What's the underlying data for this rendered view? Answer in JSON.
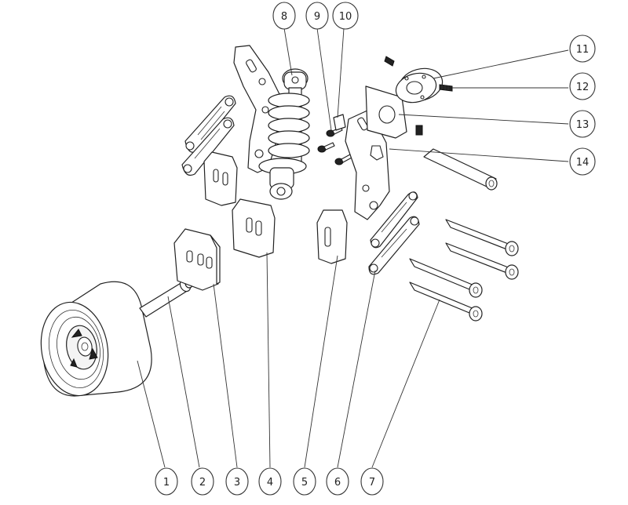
{
  "balloons": [
    {
      "id": "1",
      "label": "1"
    },
    {
      "id": "2",
      "label": "2"
    },
    {
      "id": "3",
      "label": "3"
    },
    {
      "id": "4",
      "label": "4"
    },
    {
      "id": "5",
      "label": "5"
    },
    {
      "id": "6",
      "label": "6"
    },
    {
      "id": "7",
      "label": "7"
    },
    {
      "id": "8",
      "label": "8"
    },
    {
      "id": "9",
      "label": "9"
    },
    {
      "id": "10",
      "label": "10"
    },
    {
      "id": "11",
      "label": "11"
    },
    {
      "id": "12",
      "label": "12"
    },
    {
      "id": "13",
      "label": "13"
    },
    {
      "id": "14",
      "label": "14"
    }
  ],
  "colors": {
    "line": "#222222",
    "background": "#ffffff",
    "shade": "#f4f4f4"
  }
}
